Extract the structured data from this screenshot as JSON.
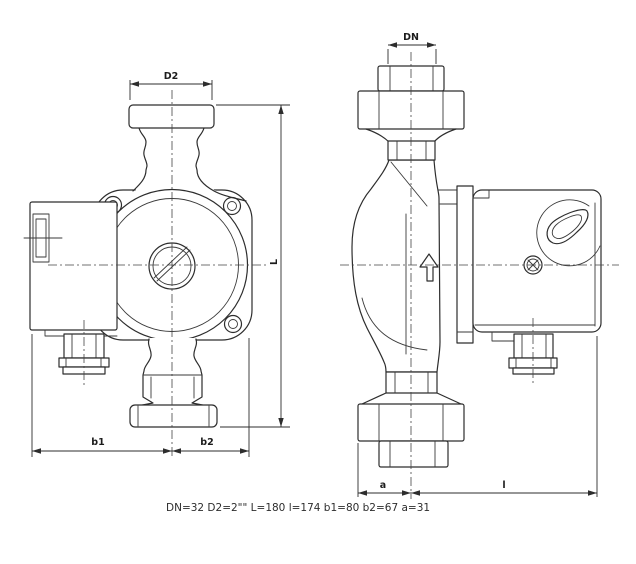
{
  "drawing": {
    "type": "pump-dimensional-drawing",
    "views": {
      "front_view": "front view of circulator pump",
      "side_view": "side view of circulator pump"
    },
    "labels": {
      "d2": "D2",
      "dn": "DN",
      "length": "L",
      "b1": "b1",
      "b2": "b2",
      "a": "a",
      "l_small": "l"
    },
    "caption": "DN=32 D2=2\"\" L=180 l=174 b1=80 b2=67 a=31",
    "values": {
      "DN": "32",
      "D2": "2\"\"",
      "L": "180",
      "l": "174",
      "b1": "80",
      "b2": "67",
      "a": "31"
    },
    "colors": {
      "line": "#2d2d2d",
      "background": "#ffffff"
    }
  }
}
